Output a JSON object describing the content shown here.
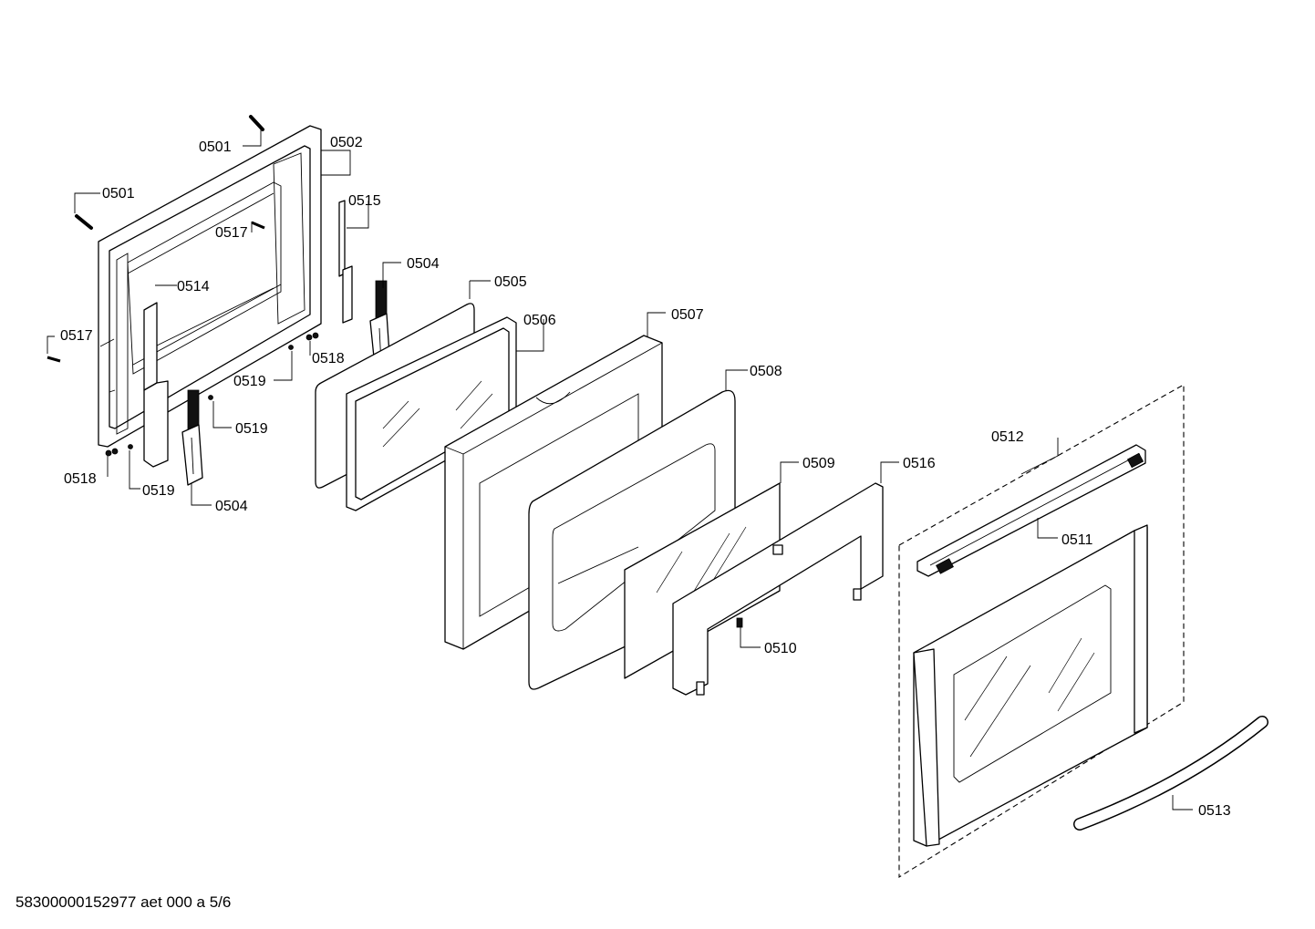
{
  "footer": "58300000152977 aet 000 a 5/6",
  "callouts": [
    {
      "id": "c1",
      "text": "0501"
    },
    {
      "id": "c2",
      "text": "0501"
    },
    {
      "id": "c3",
      "text": "0502"
    },
    {
      "id": "c4",
      "text": "0515"
    },
    {
      "id": "c5",
      "text": "0517"
    },
    {
      "id": "c6",
      "text": "0504"
    },
    {
      "id": "c7",
      "text": "0514"
    },
    {
      "id": "c8",
      "text": "0505"
    },
    {
      "id": "c9",
      "text": "0517"
    },
    {
      "id": "c10",
      "text": "0506"
    },
    {
      "id": "c11",
      "text": "0507"
    },
    {
      "id": "c12",
      "text": "0518"
    },
    {
      "id": "c13",
      "text": "0519"
    },
    {
      "id": "c14",
      "text": "0508"
    },
    {
      "id": "c15",
      "text": "0519"
    },
    {
      "id": "c16",
      "text": "0512"
    },
    {
      "id": "c17",
      "text": "0509"
    },
    {
      "id": "c18",
      "text": "0516"
    },
    {
      "id": "c19",
      "text": "0518"
    },
    {
      "id": "c20",
      "text": "0519"
    },
    {
      "id": "c21",
      "text": "0504"
    },
    {
      "id": "c22",
      "text": "0511"
    },
    {
      "id": "c23",
      "text": "0510"
    },
    {
      "id": "c24",
      "text": "0513"
    }
  ]
}
